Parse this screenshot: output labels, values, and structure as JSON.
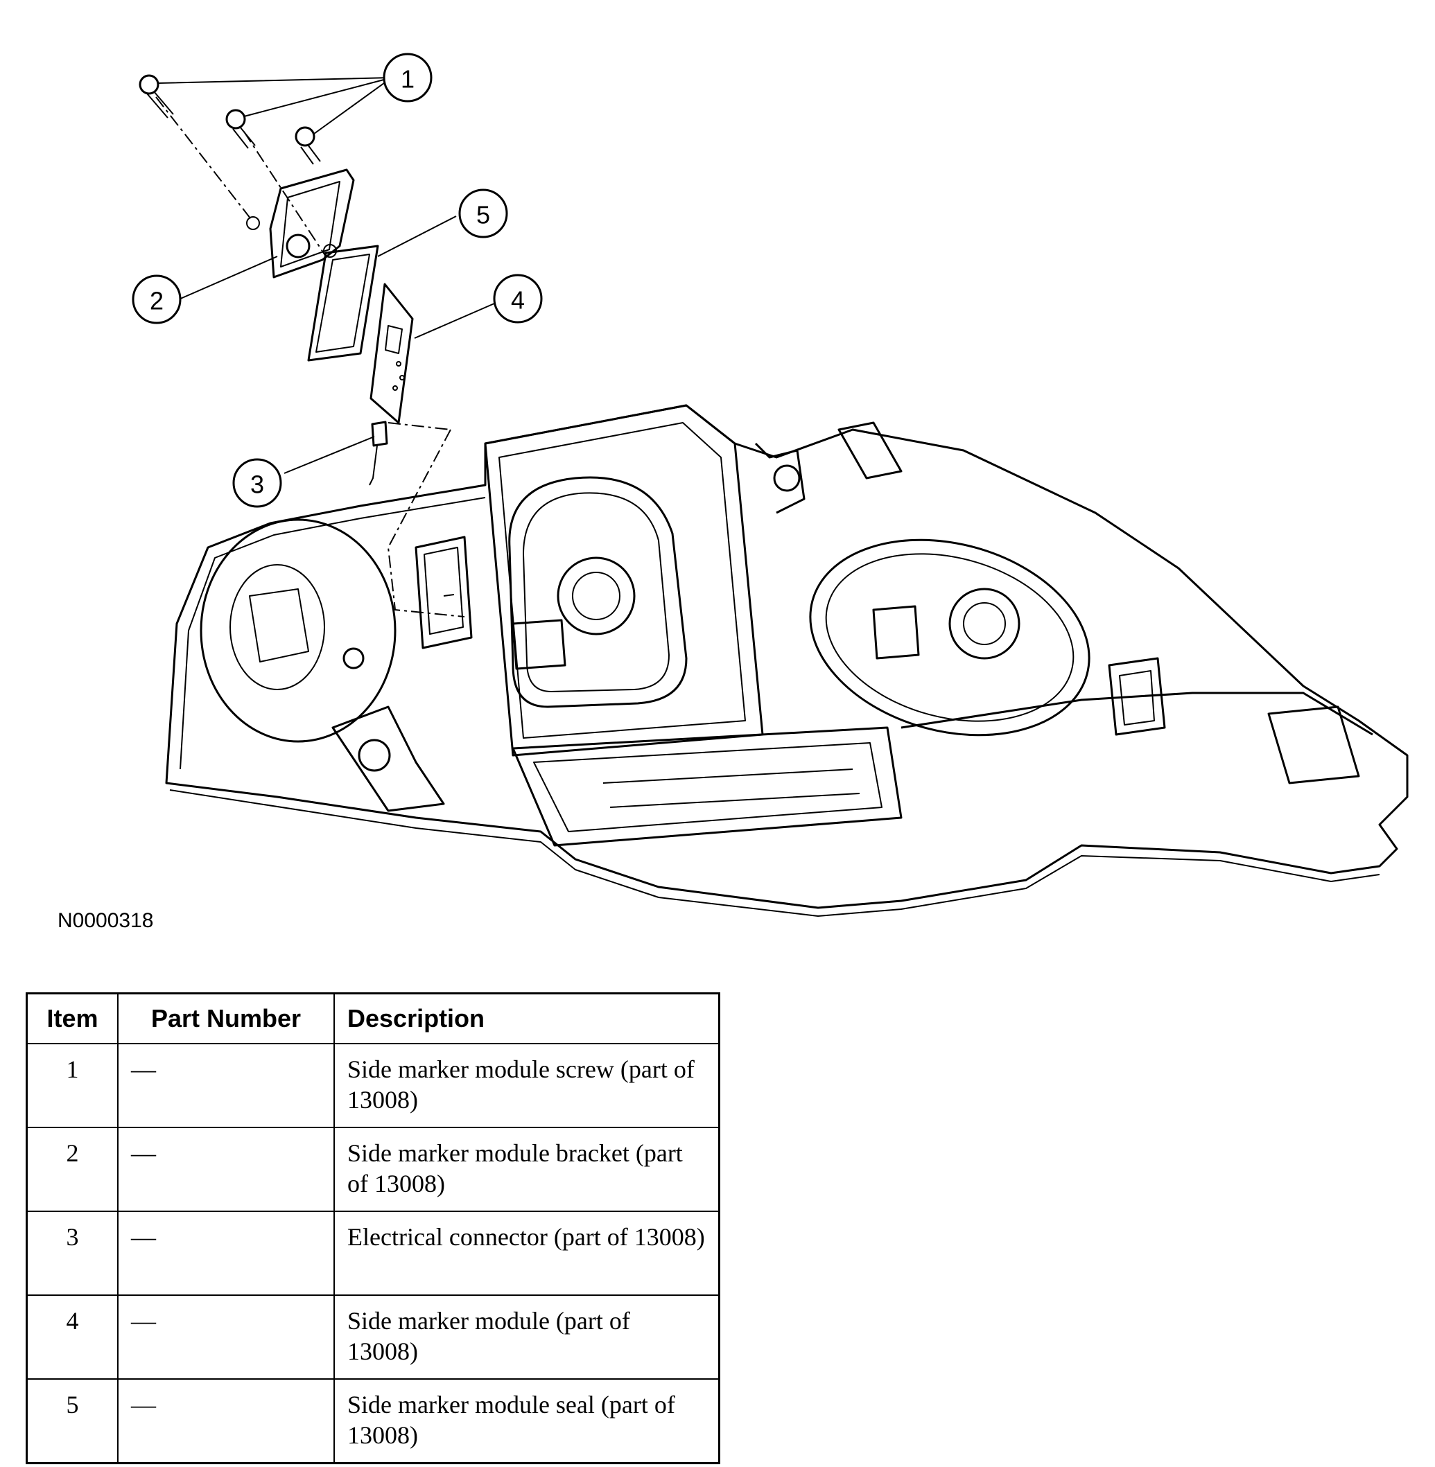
{
  "figure": {
    "id": "N0000318",
    "callouts": [
      "1",
      "2",
      "3",
      "4",
      "5"
    ]
  },
  "table": {
    "headers": [
      "Item",
      "Part Number",
      "Description"
    ],
    "rows": [
      {
        "item": "1",
        "part_number": "—",
        "description": "Side marker module screw (part of 13008)"
      },
      {
        "item": "2",
        "part_number": "—",
        "description": "Side marker module bracket (part of 13008)"
      },
      {
        "item": "3",
        "part_number": "—",
        "description": "Electrical connector (part of 13008)"
      },
      {
        "item": "4",
        "part_number": "—",
        "description": "Side marker module (part of 13008)"
      },
      {
        "item": "5",
        "part_number": "—",
        "description": "Side marker module seal (part of 13008)"
      }
    ]
  }
}
